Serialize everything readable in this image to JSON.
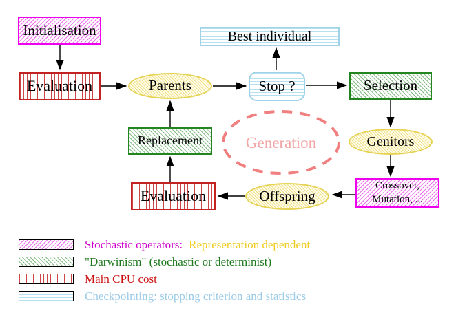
{
  "diagram": {
    "nodes": {
      "initialisation": {
        "label": "Initialisation"
      },
      "evaluation_top": {
        "label": "Evaluation"
      },
      "best_individual": {
        "label": "Best individual"
      },
      "parents": {
        "label": "Parents"
      },
      "stop": {
        "label": "Stop ?"
      },
      "selection": {
        "label": "Selection"
      },
      "replacement": {
        "label": "Replacement"
      },
      "generation": {
        "label": "Generation"
      },
      "genitors": {
        "label": "Genitors"
      },
      "evaluation_bottom": {
        "label": "Evaluation"
      },
      "offspring": {
        "label": "Offspring"
      },
      "crossover": {
        "line1": "Crossover,",
        "line2": "Mutation, ..."
      }
    },
    "edges": [
      {
        "from": "initialisation",
        "to": "evaluation_top"
      },
      {
        "from": "evaluation_top",
        "to": "parents"
      },
      {
        "from": "parents",
        "to": "stop"
      },
      {
        "from": "stop",
        "to": "best_individual"
      },
      {
        "from": "stop",
        "to": "selection"
      },
      {
        "from": "selection",
        "to": "genitors"
      },
      {
        "from": "genitors",
        "to": "crossover"
      },
      {
        "from": "crossover",
        "to": "offspring"
      },
      {
        "from": "offspring",
        "to": "evaluation_bottom"
      },
      {
        "from": "evaluation_bottom",
        "to": "replacement"
      },
      {
        "from": "replacement",
        "to": "parents"
      }
    ]
  },
  "legend": {
    "items": [
      {
        "swatch": "magenta-diagonal-hatch",
        "label": "Stochastic operators:",
        "label2": "Representation dependent"
      },
      {
        "swatch": "green-diagonal-hatch",
        "label": "\"Darwinism\" (stochastic or determinist)"
      },
      {
        "swatch": "red-vertical-stripes",
        "label": "Main CPU cost"
      },
      {
        "swatch": "cyan-horizontal-stripes",
        "label": "Checkpointing: stopping criterion and statistics"
      }
    ]
  },
  "colors": {
    "magenta": "#ee00ee",
    "magenta-hatch": "#ee6aee",
    "magenta-text": "#cc00cc",
    "green": "#22851f",
    "green-hatch": "#82bb82",
    "green-text": "#1f7a1f",
    "red": "#c32222",
    "red-hatch": "#cc4848",
    "red-text": "#cc1111",
    "cyan": "#9fd2e8",
    "cyan-hatch": "#b5e0ef",
    "cyan-text": "#9ccbe8",
    "yellow-border": "#e6d253",
    "yellow-hatch": "#efdf86",
    "yellow-fill": "#fffceb",
    "gold-text": "#eecc22",
    "salmon": "#f08080",
    "salmon-text": "#f2a6a6"
  }
}
